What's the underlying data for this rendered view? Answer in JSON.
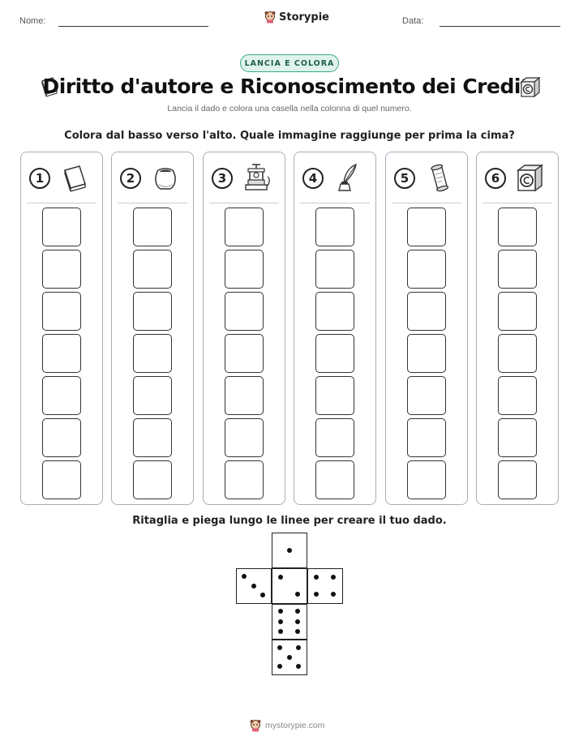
{
  "header": {
    "name_label": "Nome:",
    "brand": "Storypie",
    "date_label": "Data:"
  },
  "badge": "LANCIA E COLORA",
  "title": "Diritto d'autore e Riconoscimento dei Crediti",
  "subtitle": "Lancia il dado e colora una casella nella colonna di quel numero.",
  "instruction": "Colora dal basso verso l'alto. Quale immagine raggiunge per prima la cima?",
  "columns": [
    {
      "number": "1",
      "icon": "book-icon"
    },
    {
      "number": "2",
      "icon": "ink-pot-icon"
    },
    {
      "number": "3",
      "icon": "printing-press-icon"
    },
    {
      "number": "4",
      "icon": "quill-inkwell-icon"
    },
    {
      "number": "5",
      "icon": "scroll-icon"
    },
    {
      "number": "6",
      "icon": "copyright-block-icon"
    }
  ],
  "boxes_per_column": 7,
  "cut_instruction": "Ritaglia e piega lungo le linee per creare il tuo dado.",
  "footer": "mystorypie.com",
  "colors": {
    "badge_border": "#3aa88a",
    "badge_bg": "#dff3ec",
    "column_border": "#a9aebb"
  }
}
